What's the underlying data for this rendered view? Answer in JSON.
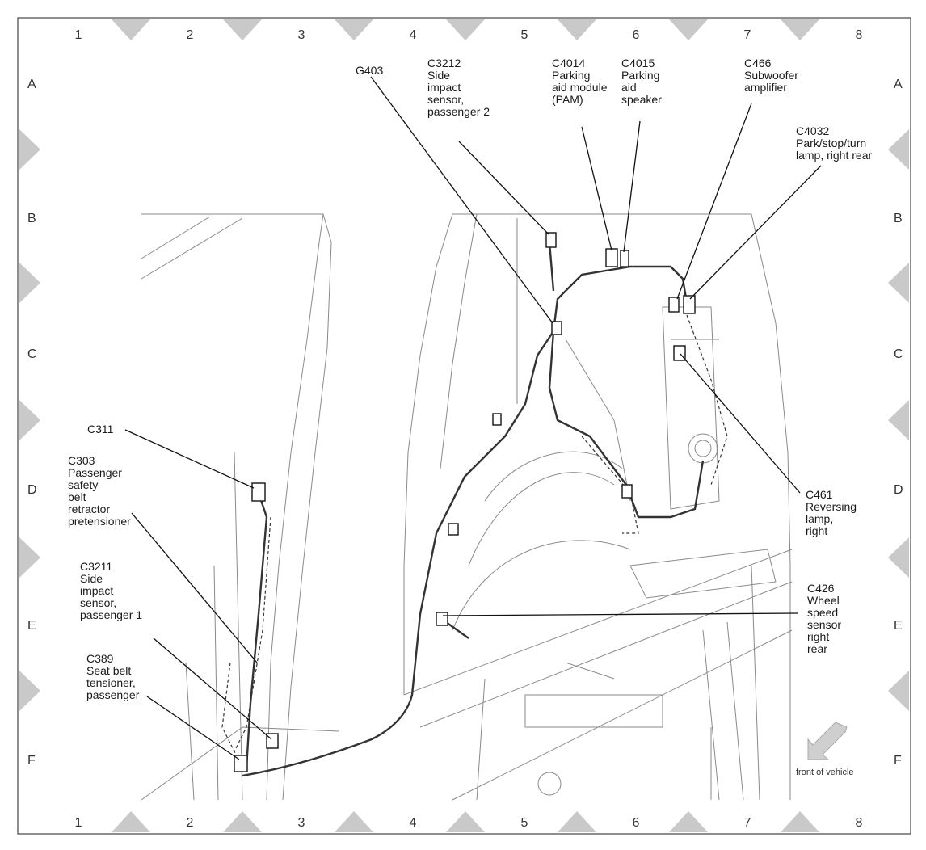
{
  "grid": {
    "columns": [
      "1",
      "2",
      "3",
      "4",
      "5",
      "6",
      "7",
      "8"
    ],
    "rows": [
      "A",
      "B",
      "C",
      "D",
      "E",
      "F"
    ]
  },
  "callouts": {
    "g403": "G403",
    "c3212": "C3212\nSide\nimpact\nsensor,\npassenger 2",
    "c4014": "C4014\nParking\naid module\n(PAM)",
    "c4015": "C4015\nParking\naid\nspeaker",
    "c466": "C466\nSubwoofer\namplifier",
    "c4032": "C4032\nPark/stop/turn\nlamp, right rear",
    "c311": "C311",
    "c303": "C303\nPassenger\nsafety\nbelt\nretractor\npretensioner",
    "c3211": "C3211\nSide\nimpact\nsensor,\npassenger 1",
    "c389": "C389\nSeat belt\ntensioner,\npassenger",
    "c461": "C461\nReversing\nlamp,\nright",
    "c426": "C426\nWheel\nspeed\nsensor\nright\nrear"
  },
  "orientation": {
    "label": "front of vehicle",
    "icon": "arrow-front-of-vehicle-icon"
  }
}
